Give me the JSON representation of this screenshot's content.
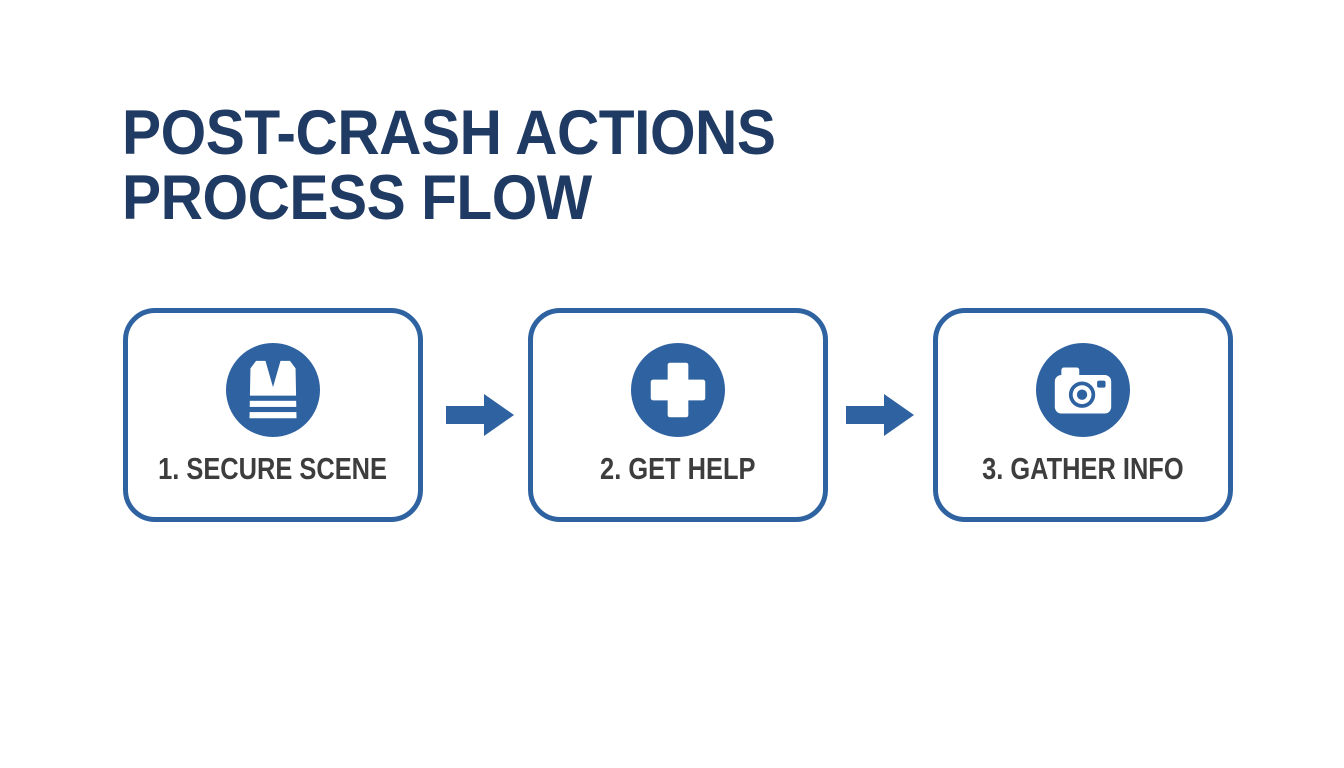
{
  "title": {
    "line1": "POST-CRASH ACTIONS",
    "line2": "PROCESS FLOW"
  },
  "steps": [
    {
      "label": "1. SECURE SCENE",
      "icon": "safety-vest-icon"
    },
    {
      "label": "2. GET HELP",
      "icon": "medical-cross-icon"
    },
    {
      "label": "3. GATHER INFO",
      "icon": "camera-icon"
    }
  ],
  "connectors": [
    {
      "icon": "arrow-right-icon"
    },
    {
      "icon": "arrow-right-icon"
    }
  ],
  "colors": {
    "primary_blue": "#2e62a1",
    "title_navy": "#1f3a63",
    "label_gray": "#3d3d3d",
    "background": "#ffffff"
  }
}
